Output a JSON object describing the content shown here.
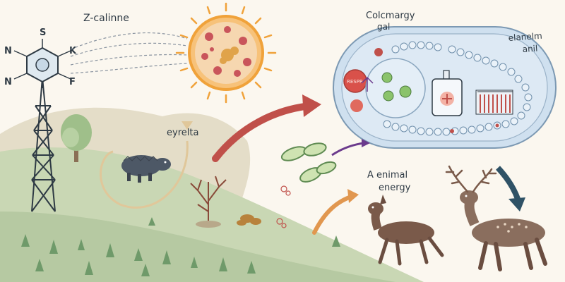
{
  "colors": {
    "background": "#fbf7ef",
    "hill_green": "#c9d7b4",
    "hill_mist": "#e4ddc8",
    "sun_orange": "#f0a23a",
    "cell_blue": "#cfe0ef",
    "arrow_red": "#c0504a",
    "arrow_orange": "#e1974f",
    "arrow_purple": "#6b3a8c",
    "arrow_navy": "#2f5266",
    "deer_brown": "#7a5a4a"
  },
  "labels": {
    "sun_title": "Z-calinne",
    "compass_s": "S",
    "compass_n_top": "N",
    "compass_k": "K",
    "compass_n_bottom": "N",
    "compass_f": "F",
    "cell_title_1": "Colcmargy",
    "cell_title_2": "gal",
    "cell_side_1": "elanelm",
    "cell_side_2": "anil",
    "cell_red_text": "RESPR",
    "hill_label": "eyrelta",
    "energy_1": "A enimal",
    "energy_2": "energy"
  },
  "icons": [
    "compass-icon",
    "tower-icon",
    "sun-icon",
    "cell-icon",
    "boar-icon",
    "deer-icon",
    "leaf-icon",
    "tree-icon",
    "arrow-icon"
  ]
}
